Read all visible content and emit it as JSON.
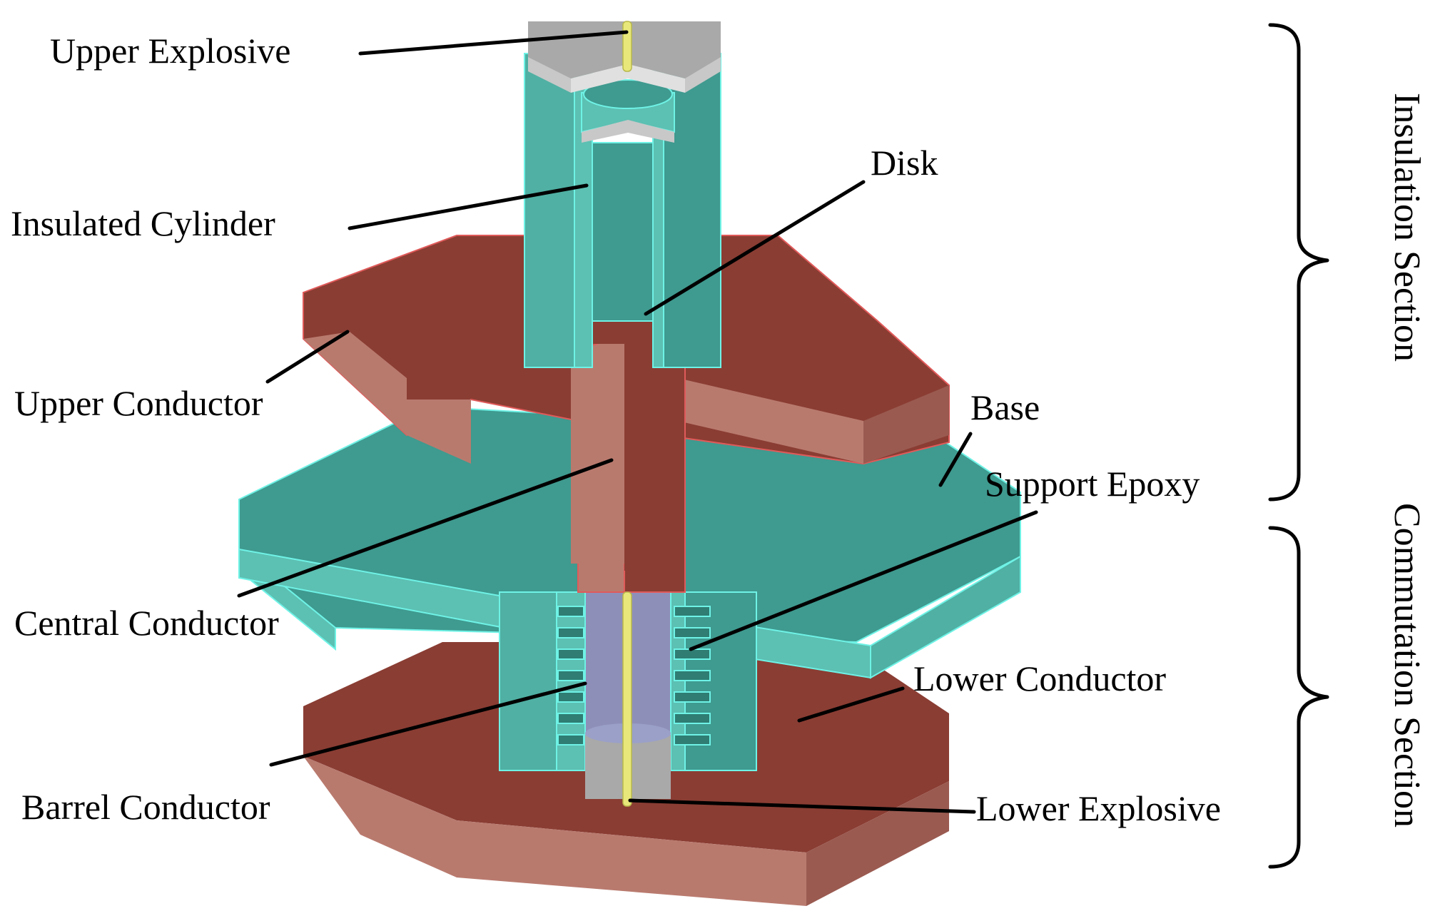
{
  "colors": {
    "conductor_top": "#8a3d33",
    "conductor_side": "#b97a6e",
    "conductor_dark": "#6e2f27",
    "epoxy_top": "#3f9a8f",
    "epoxy_side": "#5cc0b2",
    "epoxy_dark": "#2f7d73",
    "explosive": "#a9a9a9",
    "explosive_light": "#c8c8c8",
    "wire": "#e8e87a",
    "cavity": "#8e8fb8"
  },
  "labels": {
    "upper_explosive": "Upper Explosive",
    "insulated_cylinder": "Insulated Cylinder",
    "upper_conductor": "Upper Conductor",
    "central_conductor": "Central Conductor",
    "barrel_conductor": "Barrel Conductor",
    "disk": "Disk",
    "base": "Base",
    "support_epoxy": "Support Epoxy",
    "lower_conductor": "Lower Conductor",
    "lower_explosive": "Lower Explosive"
  },
  "sections": {
    "insulation": "Insulation Section",
    "commutation": "Commutation Section"
  }
}
